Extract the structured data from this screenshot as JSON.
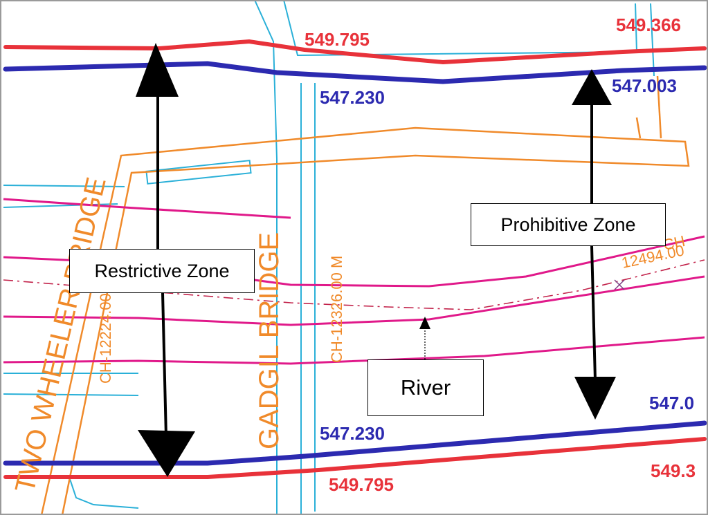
{
  "map": {
    "elevations": {
      "top_left_red": "549.795",
      "top_right_red": "549.366",
      "top_left_blue": "547.230",
      "top_right_blue": "547.003",
      "bottom_left_blue": "547.230",
      "bottom_right_blue": "547.0",
      "bottom_left_red": "549.795",
      "bottom_right_red": "549.3"
    },
    "bridges": {
      "two_wheeler": "TWO WHEELER BRIDGE",
      "gadgil": "GADGIL BRIDGE"
    },
    "chainages": {
      "left": "CH-12224.00 M",
      "middle": "CH-12326.00 M",
      "right_top": "CH",
      "right_bottom": "12494.00"
    }
  },
  "labels": {
    "restrictive_zone": "Restrictive Zone",
    "prohibitive_zone": "Prohibitive Zone",
    "river": "River"
  },
  "colors": {
    "hfl_red": "#e8323a",
    "blue_line": "#2c2ab0",
    "river_magenta": "#e0198a",
    "bridge_orange": "#f08a2a",
    "cyan_road": "#2ab0d8"
  }
}
